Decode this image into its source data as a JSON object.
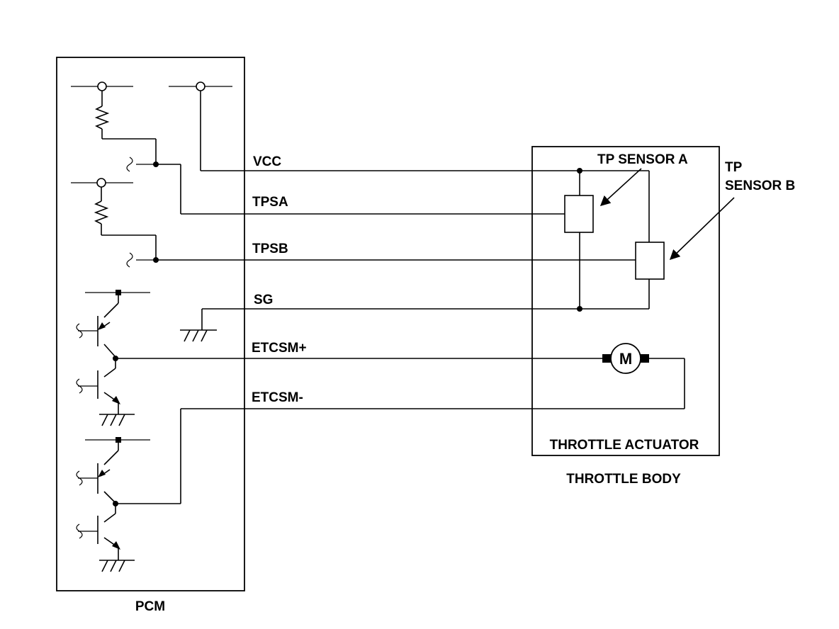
{
  "labels": {
    "pcm": "PCM",
    "vcc": "VCC",
    "tpsa": "TPSA",
    "tpsb": "TPSB",
    "sg": "SG",
    "etcsm_plus": "ETCSM+",
    "etcsm_minus": "ETCSM-",
    "tp_sensor_a": "TP SENSOR A",
    "tp_sensor_b_line1": "TP",
    "tp_sensor_b_line2": "SENSOR B",
    "motor": "M",
    "throttle_actuator": "THROTTLE ACTUATOR",
    "throttle_body": "THROTTLE BODY"
  }
}
